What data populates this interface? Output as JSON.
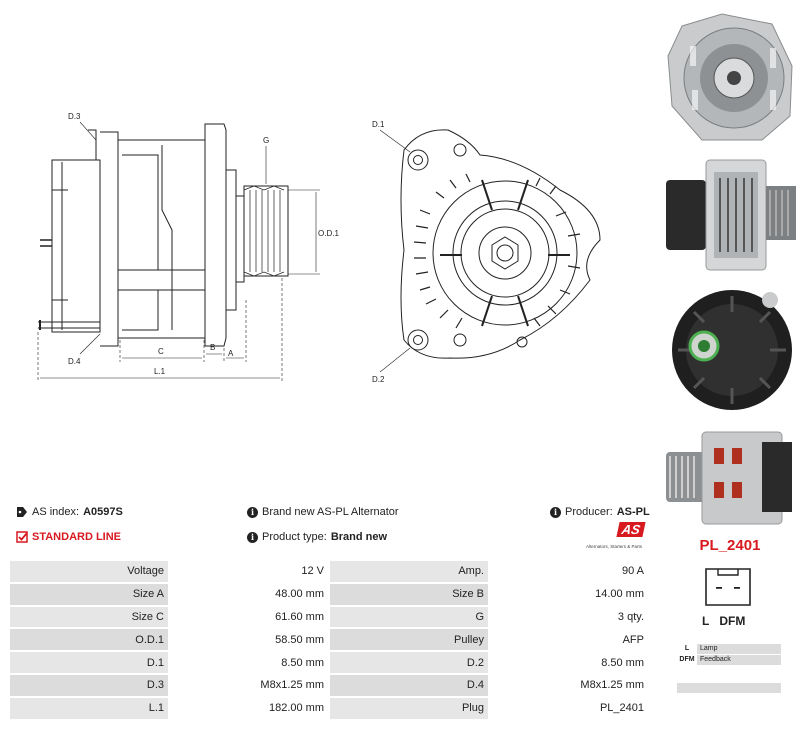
{
  "drawing": {
    "labels": {
      "d3": "D.3",
      "g": "G",
      "od1": "O.D.1",
      "d4": "D.4",
      "c": "C",
      "b": "B",
      "a": "A",
      "l1": "L.1",
      "d1": "D.1",
      "d2": "D.2"
    }
  },
  "info": {
    "as_index_label": "AS index:",
    "as_index_value": "A0597S",
    "standard_line": "STANDARD LINE",
    "brand_text": "Brand new AS-PL Alternator",
    "product_type_label": "Product type:",
    "product_type_value": "Brand new",
    "producer_label": "Producer:",
    "producer_value": "AS-PL",
    "logo_text": "AS",
    "logo_tagline": "Alternators, Starters & Parts"
  },
  "specs": [
    {
      "k1": "Voltage",
      "v1": "12 V",
      "k2": "Amp.",
      "v2": "90 A"
    },
    {
      "k1": "Size A",
      "v1": "48.00 mm",
      "k2": "Size B",
      "v2": "14.00 mm"
    },
    {
      "k1": "Size C",
      "v1": "61.60 mm",
      "k2": "G",
      "v2": "3 qty."
    },
    {
      "k1": "O.D.1",
      "v1": "58.50 mm",
      "k2": "Pulley",
      "v2": "AFP"
    },
    {
      "k1": "D.1",
      "v1": "8.50 mm",
      "k2": "D.2",
      "v2": "8.50 mm"
    },
    {
      "k1": "D.3",
      "v1": "M8x1.25 mm",
      "k2": "D.4",
      "v2": "M8x1.25 mm"
    },
    {
      "k1": "L.1",
      "v1": "182.00 mm",
      "k2": "Plug",
      "v2": "PL_2401"
    }
  ],
  "connector": {
    "code": "PL_2401",
    "pin_l": "L",
    "pin_dfm": "DFM",
    "legend": [
      {
        "key": "L",
        "desc": "Lamp"
      },
      {
        "key": "DFM",
        "desc": "Feedback"
      }
    ]
  },
  "photos": [
    "front-view",
    "side-view",
    "rear-view",
    "angled-view"
  ]
}
